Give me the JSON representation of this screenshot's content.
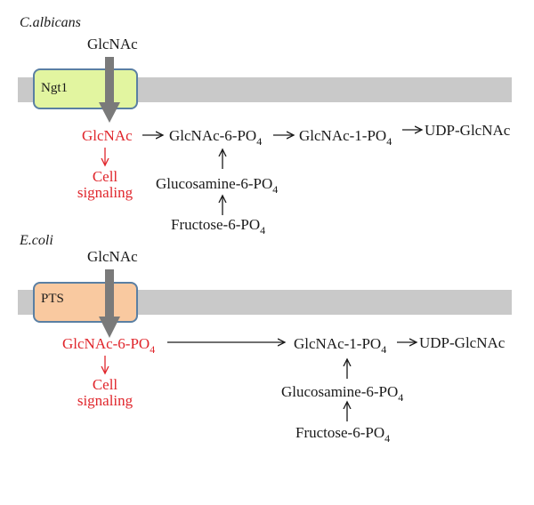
{
  "colors": {
    "membrane": "#c9c9c9",
    "ngt1_fill": "#e2f5a0",
    "ngt1_border": "#5a7fa3",
    "pts_fill": "#f9c9a0",
    "pts_border": "#5a7fa3",
    "transport_arrow": "#7a7a7a",
    "highlight_red": "#e0262c",
    "text": "#1a1a1a"
  },
  "panel_candida": {
    "organism": "C.albicans",
    "import_substrate": "GlcNAc",
    "transporter": "Ngt1",
    "intracellular": "GlcNAc",
    "signal_line1": "Cell",
    "signal_line2": "signaling",
    "pathway": {
      "glcnac6p_base": "GlcNAc-6-PO",
      "glcnac1p_base": "GlcNAc-1-PO",
      "udp": "UDP-GlcNAc",
      "glucosamine6p_base": "Glucosamine-6-PO",
      "fructose6p_base": "Fructose-6-PO",
      "sub": "4"
    }
  },
  "panel_ecoli": {
    "organism": "E.coli",
    "import_substrate": "GlcNAc",
    "transporter": "PTS",
    "intracellular_base": "GlcNAc-6-PO",
    "intracellular_sub": "4",
    "signal_line1": "Cell",
    "signal_line2": "signaling",
    "pathway": {
      "glcnac1p_base": "GlcNAc-1-PO",
      "udp": "UDP-GlcNAc",
      "glucosamine6p_base": "Glucosamine-6-PO",
      "fructose6p_base": "Fructose-6-PO",
      "sub": "4"
    }
  }
}
